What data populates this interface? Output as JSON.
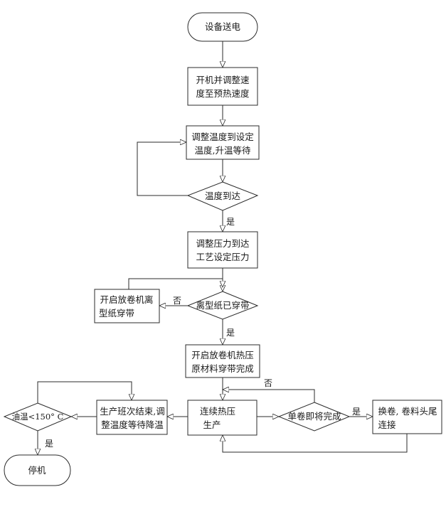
{
  "nodes": {
    "start": "设备送电",
    "step1": [
      "开机并调整速",
      "度至预热速度"
    ],
    "step2": [
      "调整温度到设定",
      "温度,升温等待"
    ],
    "check_temp": "温度到达",
    "step3": [
      "调整压力到达",
      "工艺设定压力"
    ],
    "check_paper": "离型纸已穿带",
    "paper_thread": [
      "开启放卷机离",
      "型纸穿带"
    ],
    "material_thread": [
      "开启放卷机热压",
      "原材料穿带完成"
    ],
    "production": [
      "连续热压",
      "生产"
    ],
    "check_roll": "单卷即将完成",
    "roll_change": [
      "换卷, 卷料头尾",
      "连接"
    ],
    "shift_end": [
      "生产班次结束,调",
      "整温度等待降温"
    ],
    "check_oil": "油温<150° C",
    "stop": "停机"
  },
  "edge_labels": {
    "temp_yes": "是",
    "paper_no": "否",
    "paper_yes": "是",
    "roll_no": "否",
    "roll_yes": "是",
    "oil_yes": "是"
  }
}
